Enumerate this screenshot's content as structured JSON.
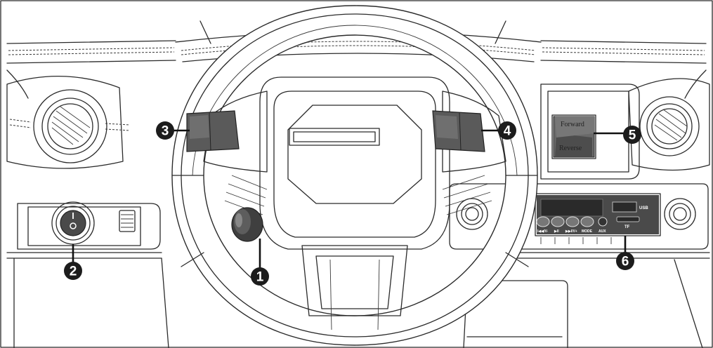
{
  "switch_labels": {
    "forward": "Forward",
    "reverse": "Reverse"
  },
  "panel_labels": {
    "usb": "USB",
    "tf": "TF",
    "aux": "AUX",
    "mode": "MODE",
    "prev": "I◀◀/V-",
    "play": "▶II",
    "next": "▶▶I/V+"
  },
  "callouts": [
    "1",
    "2",
    "3",
    "4",
    "5",
    "6"
  ],
  "colors": {
    "line": "#2b2b2b",
    "callout_fill": "#1c1c1c",
    "switch_fill": "#5a5a5a",
    "panel_fill": "#4a4a4a"
  }
}
